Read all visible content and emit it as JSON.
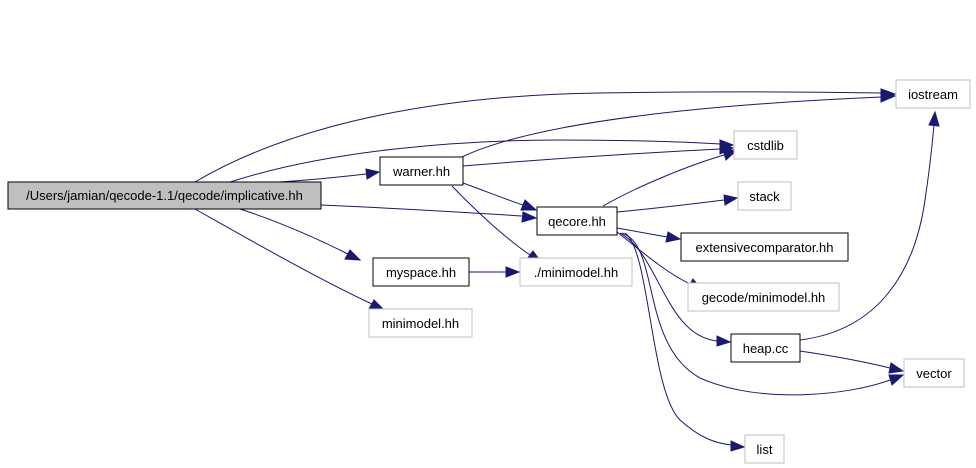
{
  "colors": {
    "edge": "#191970",
    "root_fill": "#bfbfbf",
    "documented_border": "#000000",
    "external_border": "#bfbfbf",
    "node_fill": "#ffffff"
  },
  "nodes": {
    "root": {
      "label": "/Users/jamian/qecode-1.1/qecode/implicative.hh",
      "kind": "root"
    },
    "iostream": {
      "label": "iostream",
      "kind": "external"
    },
    "cstdlib": {
      "label": "cstdlib",
      "kind": "external"
    },
    "warner": {
      "label": "warner.hh",
      "kind": "documented"
    },
    "stack": {
      "label": "stack",
      "kind": "external"
    },
    "qecore": {
      "label": "qecore.hh",
      "kind": "documented"
    },
    "extcomp": {
      "label": "extensivecomparator.hh",
      "kind": "documented"
    },
    "myspace": {
      "label": "myspace.hh",
      "kind": "documented"
    },
    "dotmini": {
      "label": "./minimodel.hh",
      "kind": "external"
    },
    "gecodemini": {
      "label": "gecode/minimodel.hh",
      "kind": "external"
    },
    "minimodel": {
      "label": "minimodel.hh",
      "kind": "external"
    },
    "heap": {
      "label": "heap.cc",
      "kind": "documented"
    },
    "vector": {
      "label": "vector",
      "kind": "external"
    },
    "list": {
      "label": "list",
      "kind": "external"
    }
  },
  "edges": [
    {
      "from": "root",
      "to": "iostream"
    },
    {
      "from": "root",
      "to": "cstdlib"
    },
    {
      "from": "root",
      "to": "warner"
    },
    {
      "from": "root",
      "to": "qecore"
    },
    {
      "from": "root",
      "to": "myspace"
    },
    {
      "from": "root",
      "to": "minimodel"
    },
    {
      "from": "warner",
      "to": "iostream"
    },
    {
      "from": "warner",
      "to": "cstdlib"
    },
    {
      "from": "warner",
      "to": "qecore"
    },
    {
      "from": "warner",
      "to": "dotmini"
    },
    {
      "from": "myspace",
      "to": "dotmini"
    },
    {
      "from": "qecore",
      "to": "cstdlib"
    },
    {
      "from": "qecore",
      "to": "stack"
    },
    {
      "from": "qecore",
      "to": "extcomp"
    },
    {
      "from": "qecore",
      "to": "gecodemini"
    },
    {
      "from": "qecore",
      "to": "heap"
    },
    {
      "from": "qecore",
      "to": "vector"
    },
    {
      "from": "qecore",
      "to": "list"
    },
    {
      "from": "heap",
      "to": "iostream"
    },
    {
      "from": "heap",
      "to": "vector"
    }
  ]
}
